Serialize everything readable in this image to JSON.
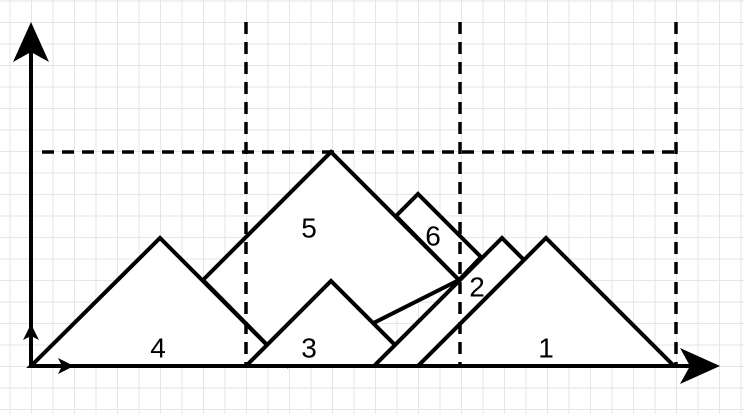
{
  "diagram": {
    "shapes": [
      {
        "id": "shape-4",
        "label": "4"
      },
      {
        "id": "shape-5",
        "label": "5"
      },
      {
        "id": "shape-3",
        "label": "3"
      },
      {
        "id": "shape-6",
        "label": "6"
      },
      {
        "id": "shape-2",
        "label": "2"
      },
      {
        "id": "shape-1",
        "label": "1"
      }
    ],
    "colors": {
      "stroke": "#000000",
      "fill": "#ffffff",
      "grid": "#e6e6e6",
      "background": "#ffffff"
    }
  }
}
